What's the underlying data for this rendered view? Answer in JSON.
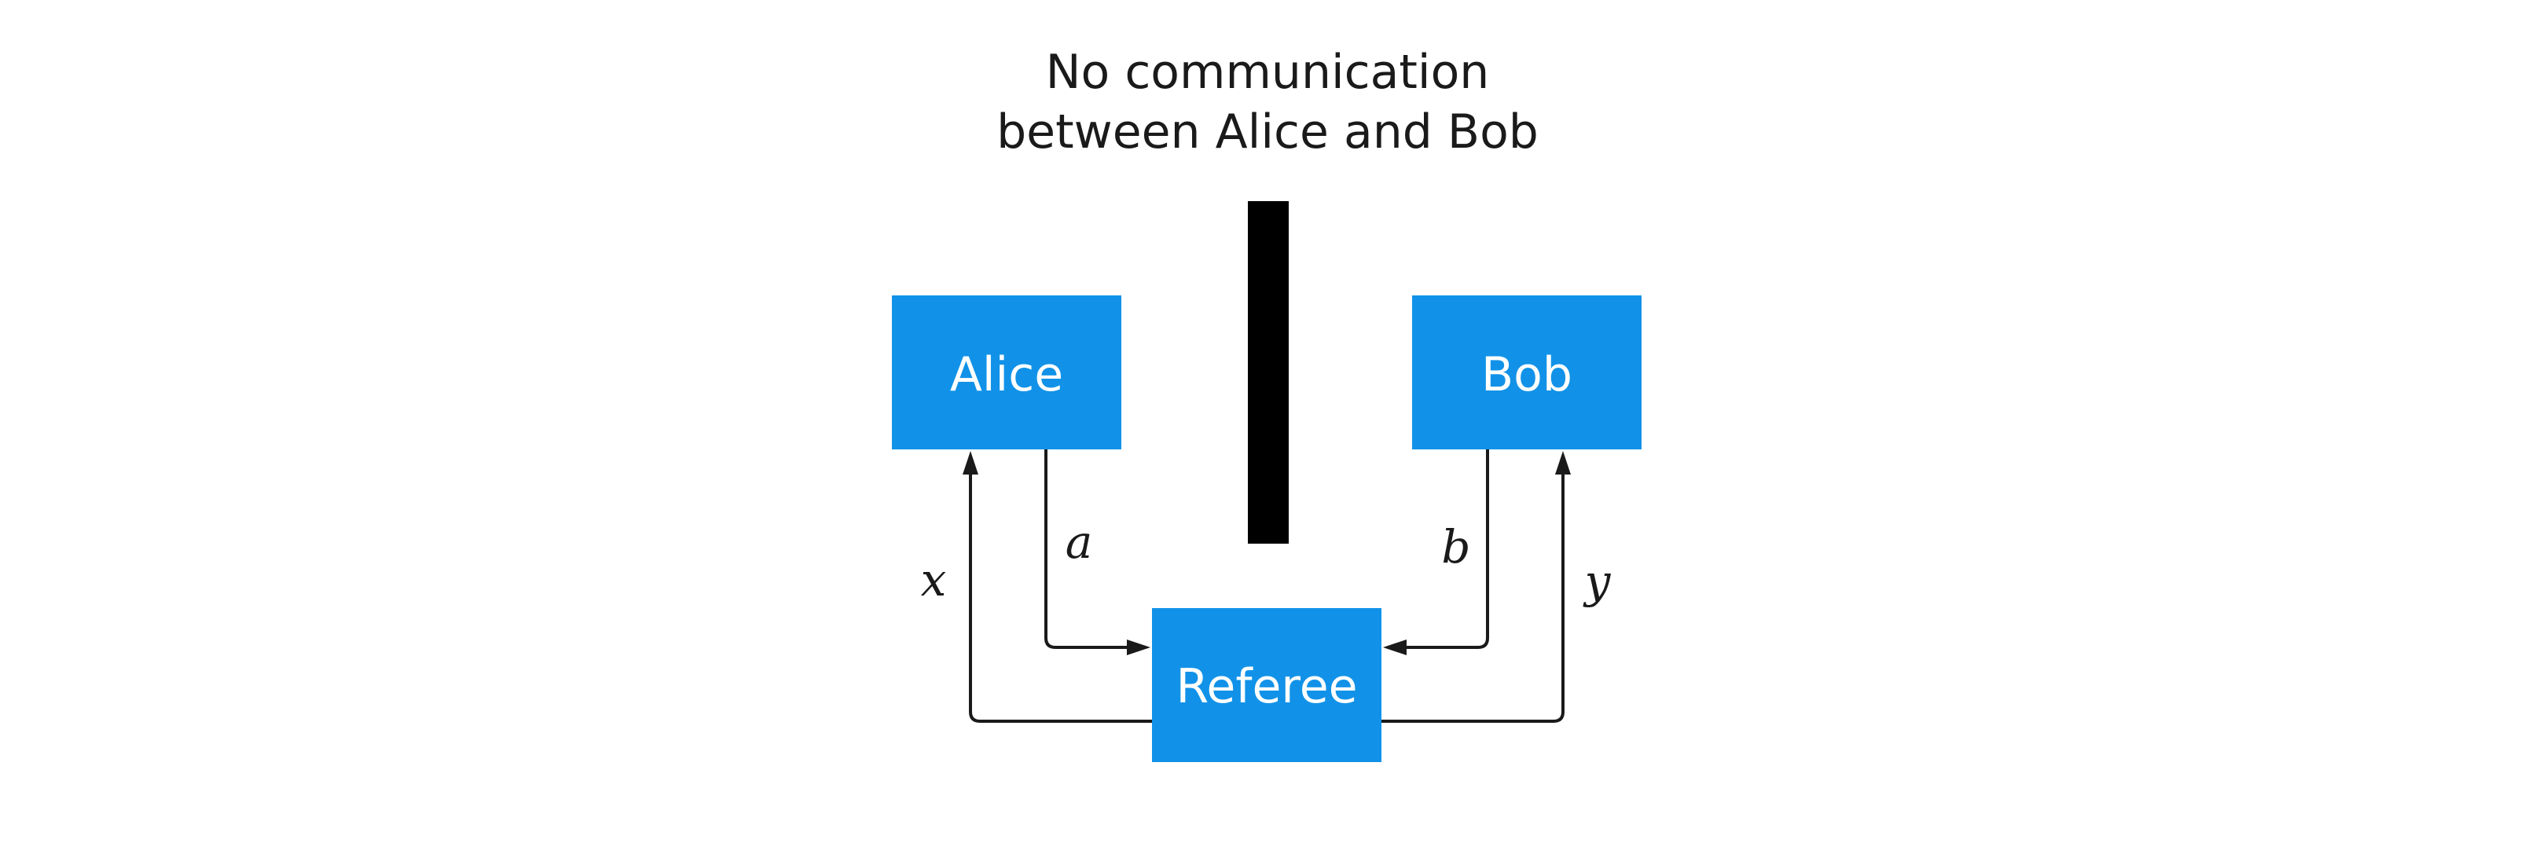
{
  "caption": {
    "line1": "No communication",
    "line2": "between Alice and Bob"
  },
  "nodes": {
    "alice": "Alice",
    "bob": "Bob",
    "referee": "Referee"
  },
  "edges": {
    "x": "x",
    "a": "a",
    "b": "b",
    "y": "y"
  },
  "colors": {
    "box_fill": "#1192E8",
    "box_text": "#ffffff",
    "barrier": "#000000",
    "line": "#1a1a1a"
  }
}
